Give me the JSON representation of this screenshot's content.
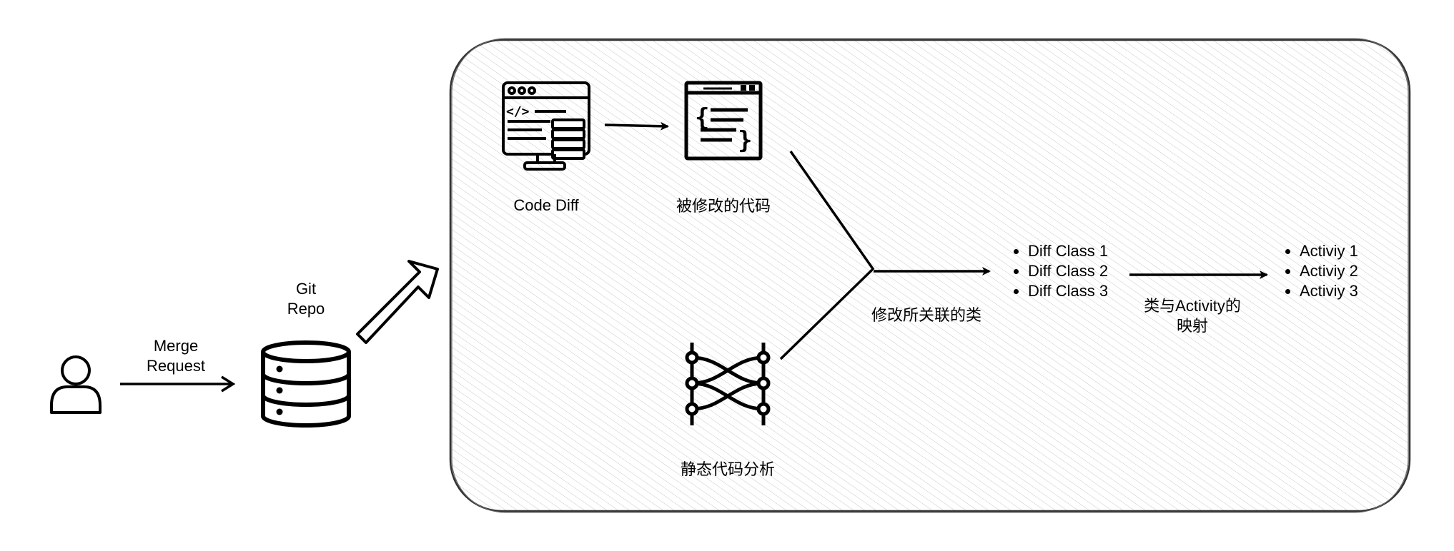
{
  "user": {
    "icon": "user-icon"
  },
  "merge_request": {
    "line1": "Merge",
    "line2": "Request"
  },
  "git_repo": {
    "line1": "Git",
    "line2": "Repo",
    "icon": "database-icon"
  },
  "code_diff": {
    "label": "Code Diff",
    "icon": "code-monitor-icon"
  },
  "modified_code": {
    "label": "被修改的代码",
    "icon": "code-window-icon"
  },
  "static_analysis": {
    "label": "静态代码分析",
    "icon": "network-graph-icon"
  },
  "related_classes": {
    "label": "修改所关联的类"
  },
  "diff_classes": [
    "Diff Class 1",
    "Diff Class 2",
    "Diff Class 3"
  ],
  "mapping": {
    "line1": "类与Activity的",
    "line2": "映射"
  },
  "activities": [
    "Activiy 1",
    "Activiy 2",
    "Activiy 3"
  ]
}
